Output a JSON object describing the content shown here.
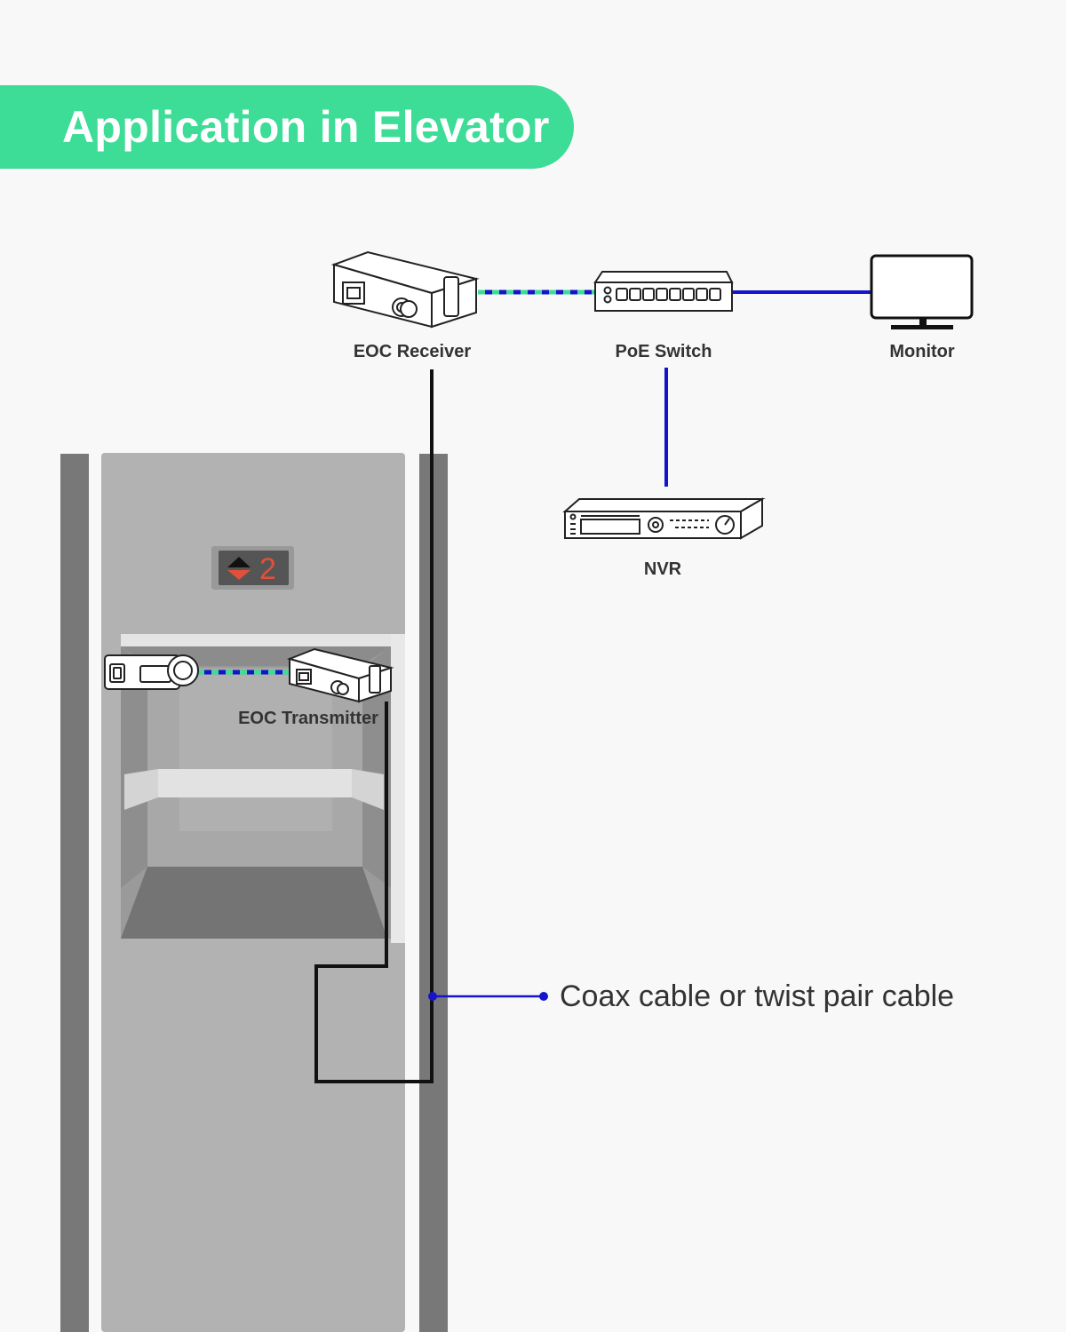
{
  "title": "Application in Elevator",
  "colors": {
    "accent": "#3ddc97",
    "cable_blue": "#1414cc",
    "cable_green": "#3ddc97",
    "cable_black": "#111111",
    "floor_red": "#e0503a"
  },
  "devices": {
    "eoc_receiver": "EOC Receiver",
    "poe_switch": "PoE Switch",
    "monitor": "Monitor",
    "nvr": "NVR",
    "eoc_transmitter": "EOC Transmitter"
  },
  "floor_indicator": {
    "floor": "2",
    "icon": "up-down-arrow-icon"
  },
  "cable_callout": "Coax cable or twist pair cable",
  "icons": [
    "eoc-receiver-icon",
    "poe-switch-icon",
    "monitor-icon",
    "nvr-icon",
    "camera-icon",
    "eoc-transmitter-icon"
  ]
}
